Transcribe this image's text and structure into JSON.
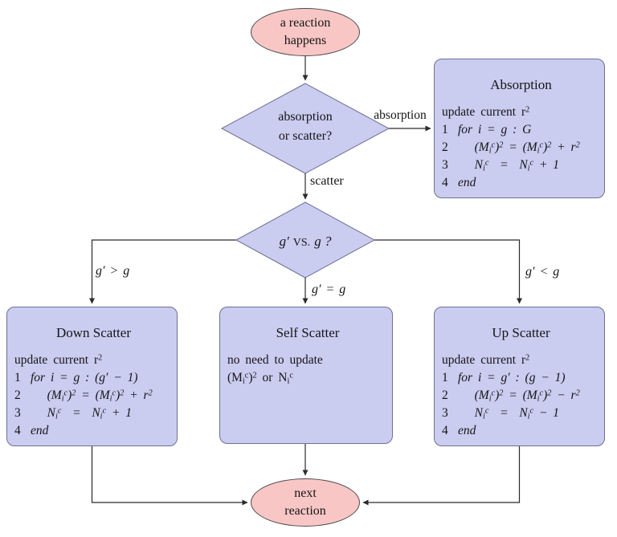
{
  "colors": {
    "terminal-fill": "#f9c6c6",
    "terminal-border": "#4c4c4c",
    "node-fill": "#caccf0",
    "node-border": "#6f6f94",
    "line-color": "#2b2b2b",
    "text-color": "#151515"
  },
  "nodes": {
    "start": {
      "line1": "a reaction",
      "line2": "happens"
    },
    "decision_reaction": {
      "line1": "absorption",
      "line2": "or scatter?"
    },
    "decision_group": {
      "left": "g′",
      "mid": "VS.",
      "right": "g ?"
    },
    "absorption": {
      "title": "Absorption",
      "intro": "update current r^2",
      "lines": [
        {
          "no": "1",
          "text": "for i = g : G"
        },
        {
          "no": "2",
          "text": "   (M_i^c)^2 = (M_i^c)^2 + r^2"
        },
        {
          "no": "3",
          "text": "   N_i^c  =  N_i^c + 1"
        },
        {
          "no": "4",
          "text": "end"
        }
      ]
    },
    "down_scatter": {
      "title": "Down Scatter",
      "intro": "update current r^2",
      "lines": [
        {
          "no": "1",
          "text": "for i = g : (g′ − 1)"
        },
        {
          "no": "2",
          "text": "   (M_i^c)^2 = (M_i^c)^2 + r^2"
        },
        {
          "no": "3",
          "text": "   N_i^c  =  N_i^c + 1"
        },
        {
          "no": "4",
          "text": "end"
        }
      ]
    },
    "self_scatter": {
      "title": "Self Scatter",
      "body1": "no need to update",
      "body2": "(M_i^c)^2 or N_i^c"
    },
    "up_scatter": {
      "title": "Up Scatter",
      "intro": "update current r^2",
      "lines": [
        {
          "no": "1",
          "text": "for i = g′ : (g − 1)"
        },
        {
          "no": "2",
          "text": "   (M_i^c)^2 = (M_i^c)^2 − r^2"
        },
        {
          "no": "3",
          "text": "   N_i^c  =  N_i^c − 1"
        },
        {
          "no": "4",
          "text": "end"
        }
      ]
    },
    "end": {
      "line1": "next",
      "line2": "reaction"
    }
  },
  "edge_labels": {
    "absorption": "absorption",
    "scatter": "scatter",
    "down": "g′ > g",
    "self": "g′ = g",
    "up": "g′ < g"
  }
}
